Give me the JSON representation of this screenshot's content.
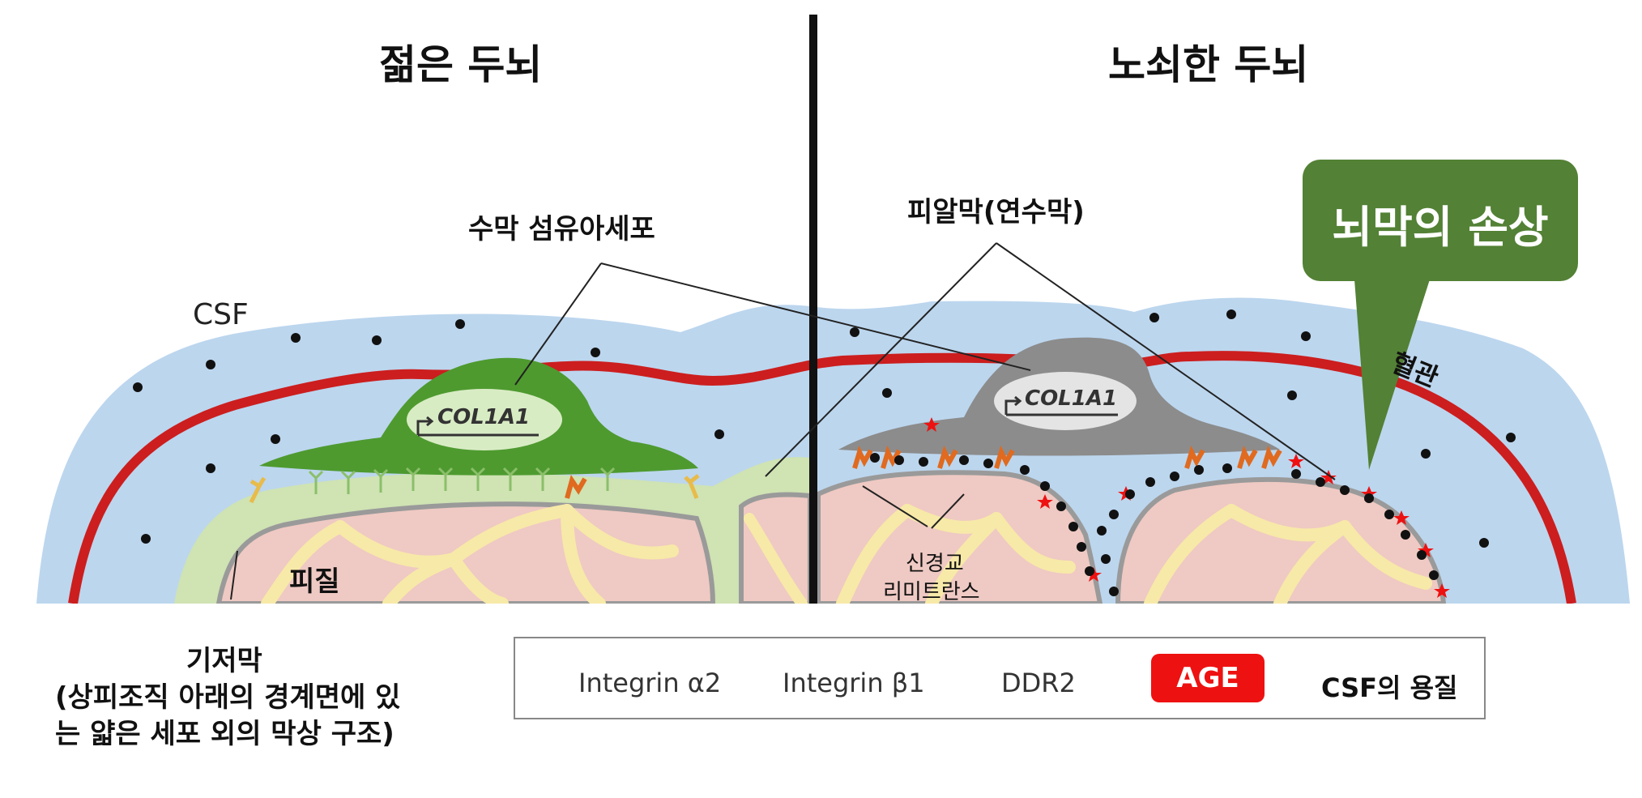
{
  "titles": {
    "left": "젊은 두뇌",
    "right": "노쇠한 두뇌"
  },
  "labels": {
    "fibroblast": "수막 섬유아세포",
    "pia": "피알막(연수막)",
    "csf": "CSF",
    "vessel": "혈관",
    "cortex": "피질",
    "glia_line1": "신경교",
    "glia_line2": "리미트란스",
    "basement_line1": "기저막",
    "basement_line2": "(상피조직 아래의 경계면에 있",
    "basement_line3": "는 얇은 세포 외의 막상 구조)",
    "gene_young": "COL1A1",
    "gene_old": "COL1A1"
  },
  "callout": {
    "text": "뇌막의 손상"
  },
  "legend": {
    "items": [
      {
        "label": "Integrin α2",
        "icon": "integrin-a2-icon"
      },
      {
        "label": "Integrin β1",
        "icon": "integrin-b1-icon"
      },
      {
        "label": "DDR2",
        "icon": "ddr2-icon"
      },
      {
        "label": "AGE",
        "icon": "age-star-icon"
      },
      {
        "label": "CSF의 용질",
        "icon": "csf-dot-icon"
      }
    ]
  },
  "colors": {
    "csf": "#bcd6ee",
    "vessel": "#cc1e1e",
    "cortex": "#efc9c3",
    "glia": "#f7e9a8",
    "pia_layer": "#cfe3b3",
    "fibroblast_young": "#4e9a2f",
    "fibroblast_old": "#8c8c8c",
    "callout": "#538135",
    "age": "#ee1111"
  }
}
